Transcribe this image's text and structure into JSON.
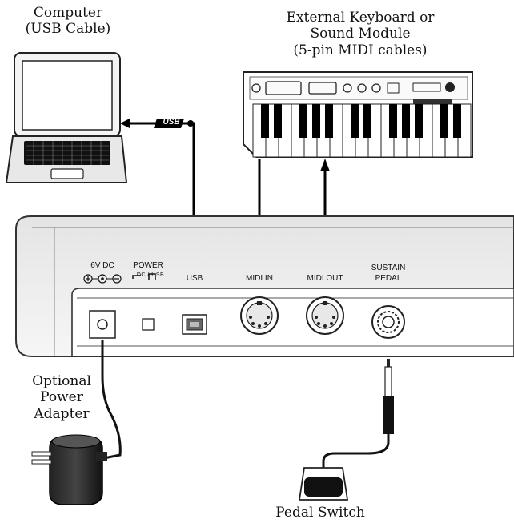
{
  "labels": {
    "computer": "Computer",
    "computer_sub": "(USB Cable)",
    "external_l1": "External Keyboard or",
    "external_l2": "Sound Module",
    "external_l3": "(5-pin MIDI cables)",
    "power_l1": "Optional",
    "power_l2": "Power",
    "power_l3": "Adapter",
    "pedal_switch": "Pedal Switch",
    "usb_cable_logo": "USB"
  },
  "ports": {
    "dc": "6V DC",
    "power": "POWER",
    "power_sub": "DC / USB",
    "usb": "USB",
    "midi_in": "MIDI IN",
    "midi_out": "MIDI OUT",
    "sustain_l1": "SUSTAIN",
    "sustain_l2": "PEDAL"
  }
}
